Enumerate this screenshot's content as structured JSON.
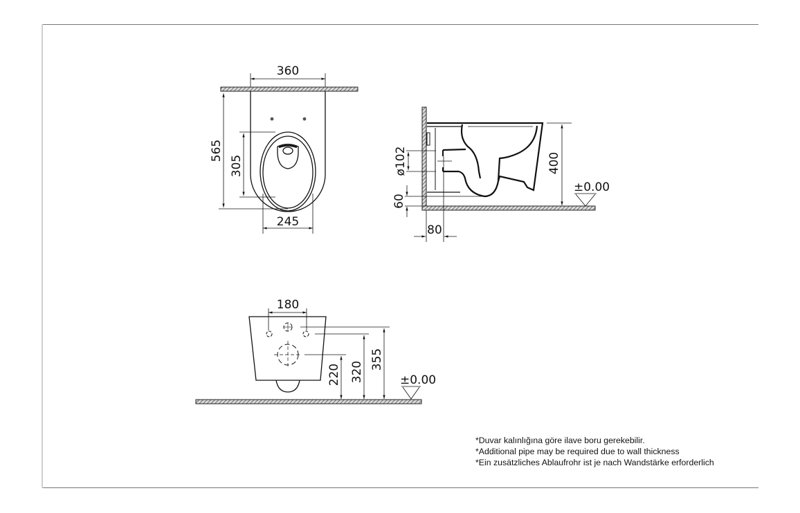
{
  "drawing": {
    "top_view": {
      "dims": {
        "width": "360",
        "depth": "565",
        "opening_length": "305",
        "opening_width": "245"
      }
    },
    "side_view": {
      "dims": {
        "outlet_diameter": "ø102",
        "floor_to_outlet_bottom": "60",
        "wall_to_outlet": "80",
        "height": "400"
      },
      "level_label": "±0.00"
    },
    "front_view": {
      "dims": {
        "fixing_spacing": "180",
        "outlet_center_height": "220",
        "fixing_bolt_height": "320",
        "top_height": "355"
      },
      "level_label": "±0.00"
    }
  },
  "notes": [
    "*Duvar kalınlığına göre ilave boru gerekebilir.",
    "*Additional pipe may be required due to wall thickness",
    "*Ein zusätzliches Ablaufrohr ist je nach Wandstärke erforderlich"
  ],
  "colors": {
    "line": "#111111",
    "hatch_fill": "#9a9a9a",
    "frame": "#777777"
  }
}
